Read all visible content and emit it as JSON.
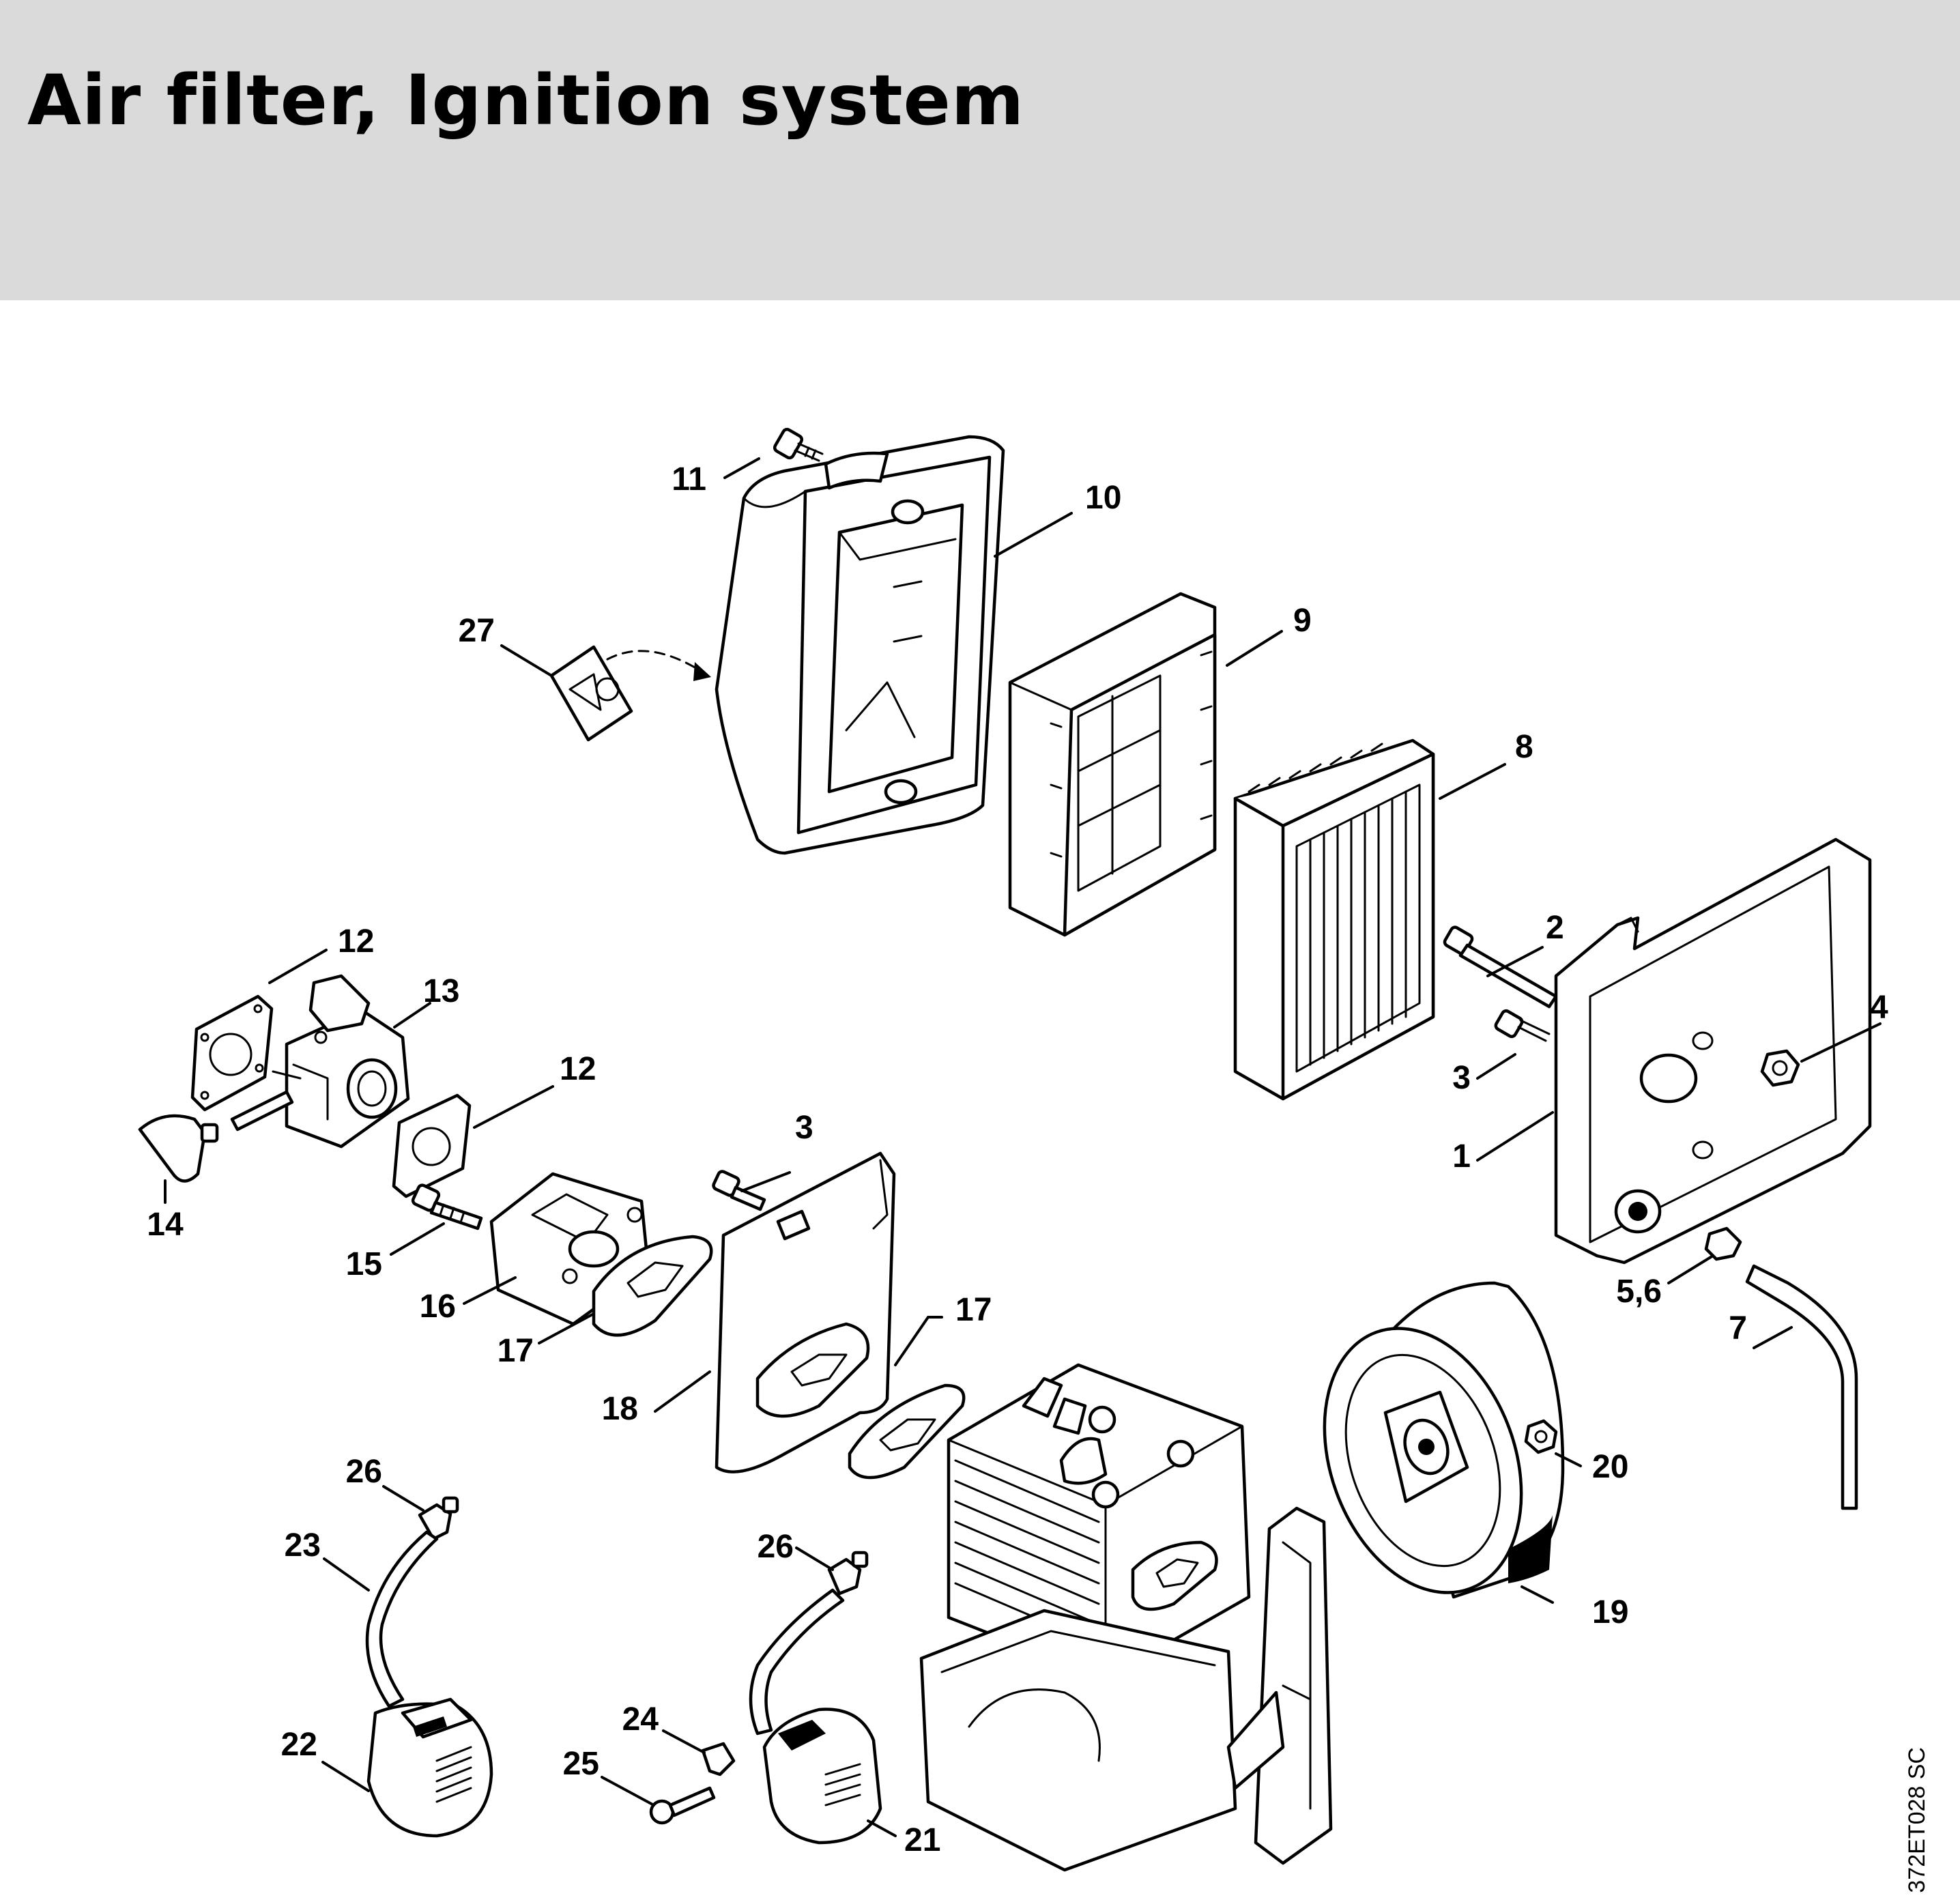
{
  "title": "Air filter, Ignition system",
  "diagram_code": "372ET028 SC",
  "arrow_note": "",
  "callouts": {
    "c1": "1",
    "c2": "2",
    "c3a": "3",
    "c3b": "3",
    "c4": "4",
    "c56": "5,6",
    "c7": "7",
    "c8": "8",
    "c9": "9",
    "c10": "10",
    "c11": "11",
    "c12a": "12",
    "c12b": "12",
    "c13": "13",
    "c14": "14",
    "c15": "15",
    "c16": "16",
    "c17a": "17",
    "c17b": "17",
    "c18": "18",
    "c19": "19",
    "c20": "20",
    "c21": "21",
    "c22": "22",
    "c23": "23",
    "c24": "24",
    "c25": "25",
    "c26a": "26",
    "c26b": "26",
    "c27": "27"
  }
}
